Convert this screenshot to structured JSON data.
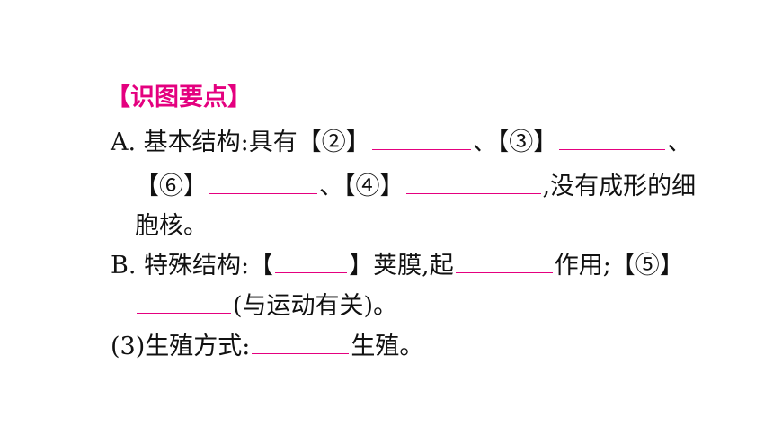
{
  "heading": "【识图要点】",
  "lineA1": {
    "prefix": "A. 基本结构:具有【②】",
    "sep1": "、【③】",
    "end": "、"
  },
  "lineA2": {
    "start": "【⑥】",
    "sep": "、【④】",
    "end": ",没有成形的细"
  },
  "lineA3": "胞核。",
  "lineB1": {
    "prefix": "B. 特殊结构:【",
    "mid": "】荚膜,起",
    "end": "作用;【⑤】"
  },
  "lineB2": {
    "end": "(与运动有关)。"
  },
  "line3": {
    "prefix": "(3)生殖方式:",
    "end": "生殖。"
  },
  "colors": {
    "heading": "#e4007f",
    "blank_line": "#e4007f",
    "text": "#111111"
  }
}
